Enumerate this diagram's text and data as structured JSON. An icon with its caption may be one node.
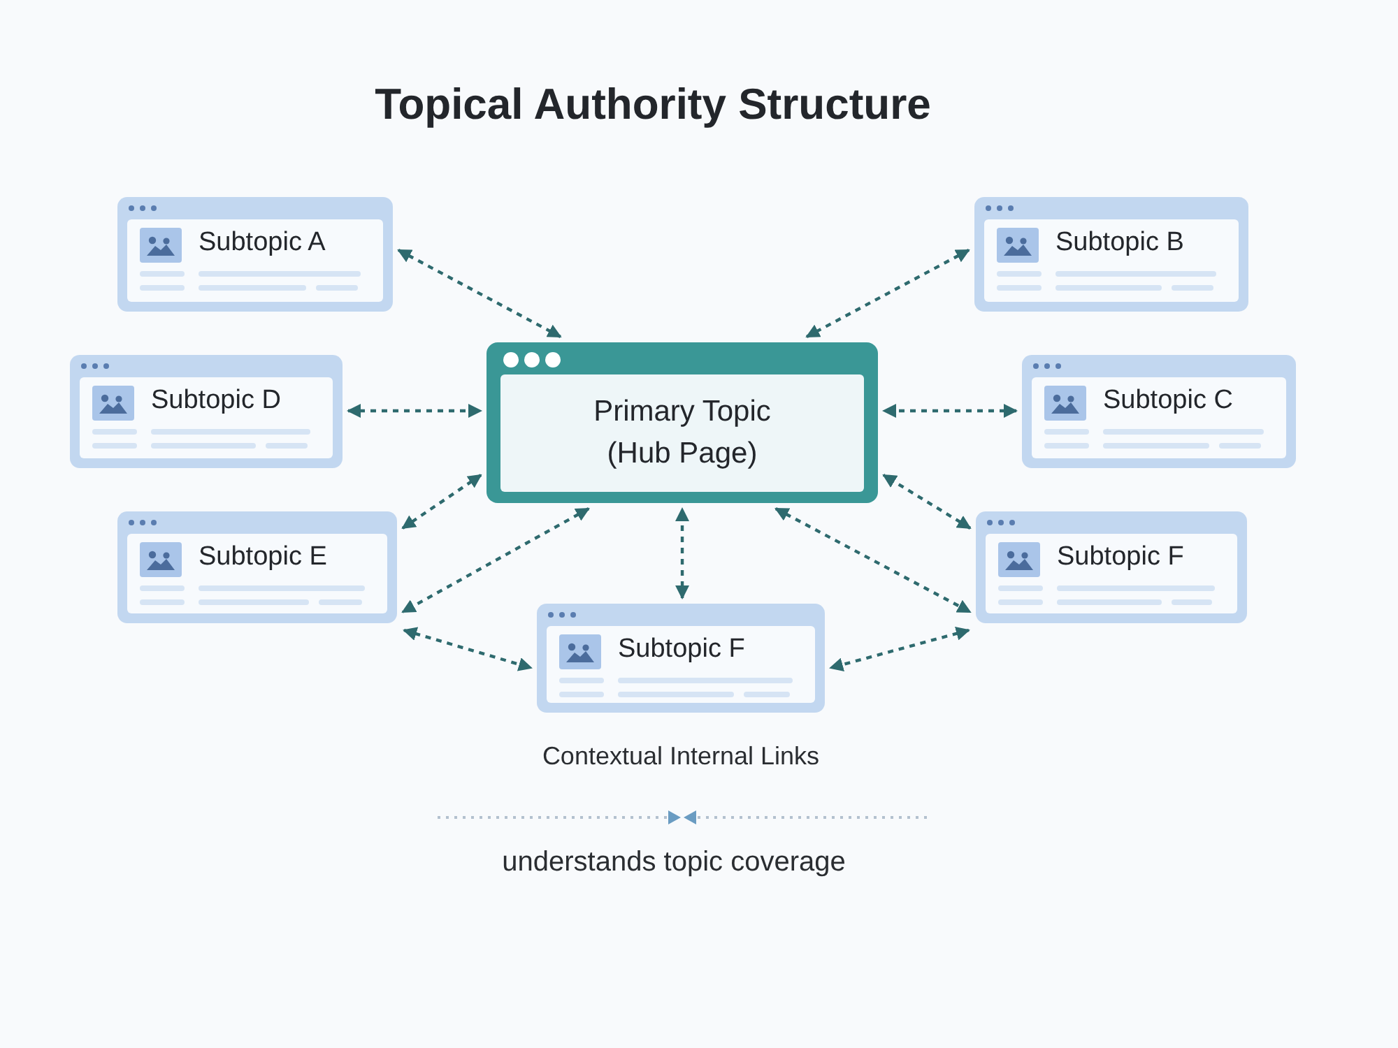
{
  "diagram": {
    "title": "Topical Authority Structure",
    "nodes": [
      {
        "text": [
          "Subtopic A"
        ]
      },
      {
        "text": [
          "Subtopic B"
        ]
      },
      {
        "text": [
          "Subtopic D"
        ]
      },
      {
        "text": [
          "Primary Topic (Hub Page)"
        ]
      },
      {
        "text": [
          "Subtopic C"
        ]
      },
      {
        "text": [
          "Subtopic E"
        ]
      },
      {
        "text": [
          "Subtopic F"
        ]
      },
      {
        "text": [
          "Subtopic F"
        ]
      }
    ],
    "edges": [
      {
        "from": 0,
        "to": 3,
        "arrow": "both",
        "style": "dashed"
      },
      {
        "from": 1,
        "to": 3,
        "arrow": "both",
        "style": "dashed"
      },
      {
        "from": 2,
        "to": 3,
        "arrow": "both",
        "style": "dashed"
      },
      {
        "from": 4,
        "to": 3,
        "arrow": "both",
        "style": "dashed"
      },
      {
        "from": 5,
        "to": 3,
        "arrow": "both",
        "style": "dashed"
      },
      {
        "from": 6,
        "to": 3,
        "arrow": "both",
        "style": "dashed"
      },
      {
        "from": 7,
        "to": 3,
        "arrow": "both",
        "style": "dashed"
      },
      {
        "from": 3,
        "to": 5,
        "arrow": "both",
        "style": "dashed"
      },
      {
        "from": 3,
        "to": 6,
        "arrow": "both",
        "style": "dashed"
      },
      {
        "from": 5,
        "to": 7,
        "arrow": "both",
        "style": "dashed"
      },
      {
        "from": 6,
        "to": 7,
        "arrow": "both",
        "style": "dashed"
      }
    ],
    "labels": [
      "Contextual Internal Links",
      "understands topic coverage"
    ]
  }
}
